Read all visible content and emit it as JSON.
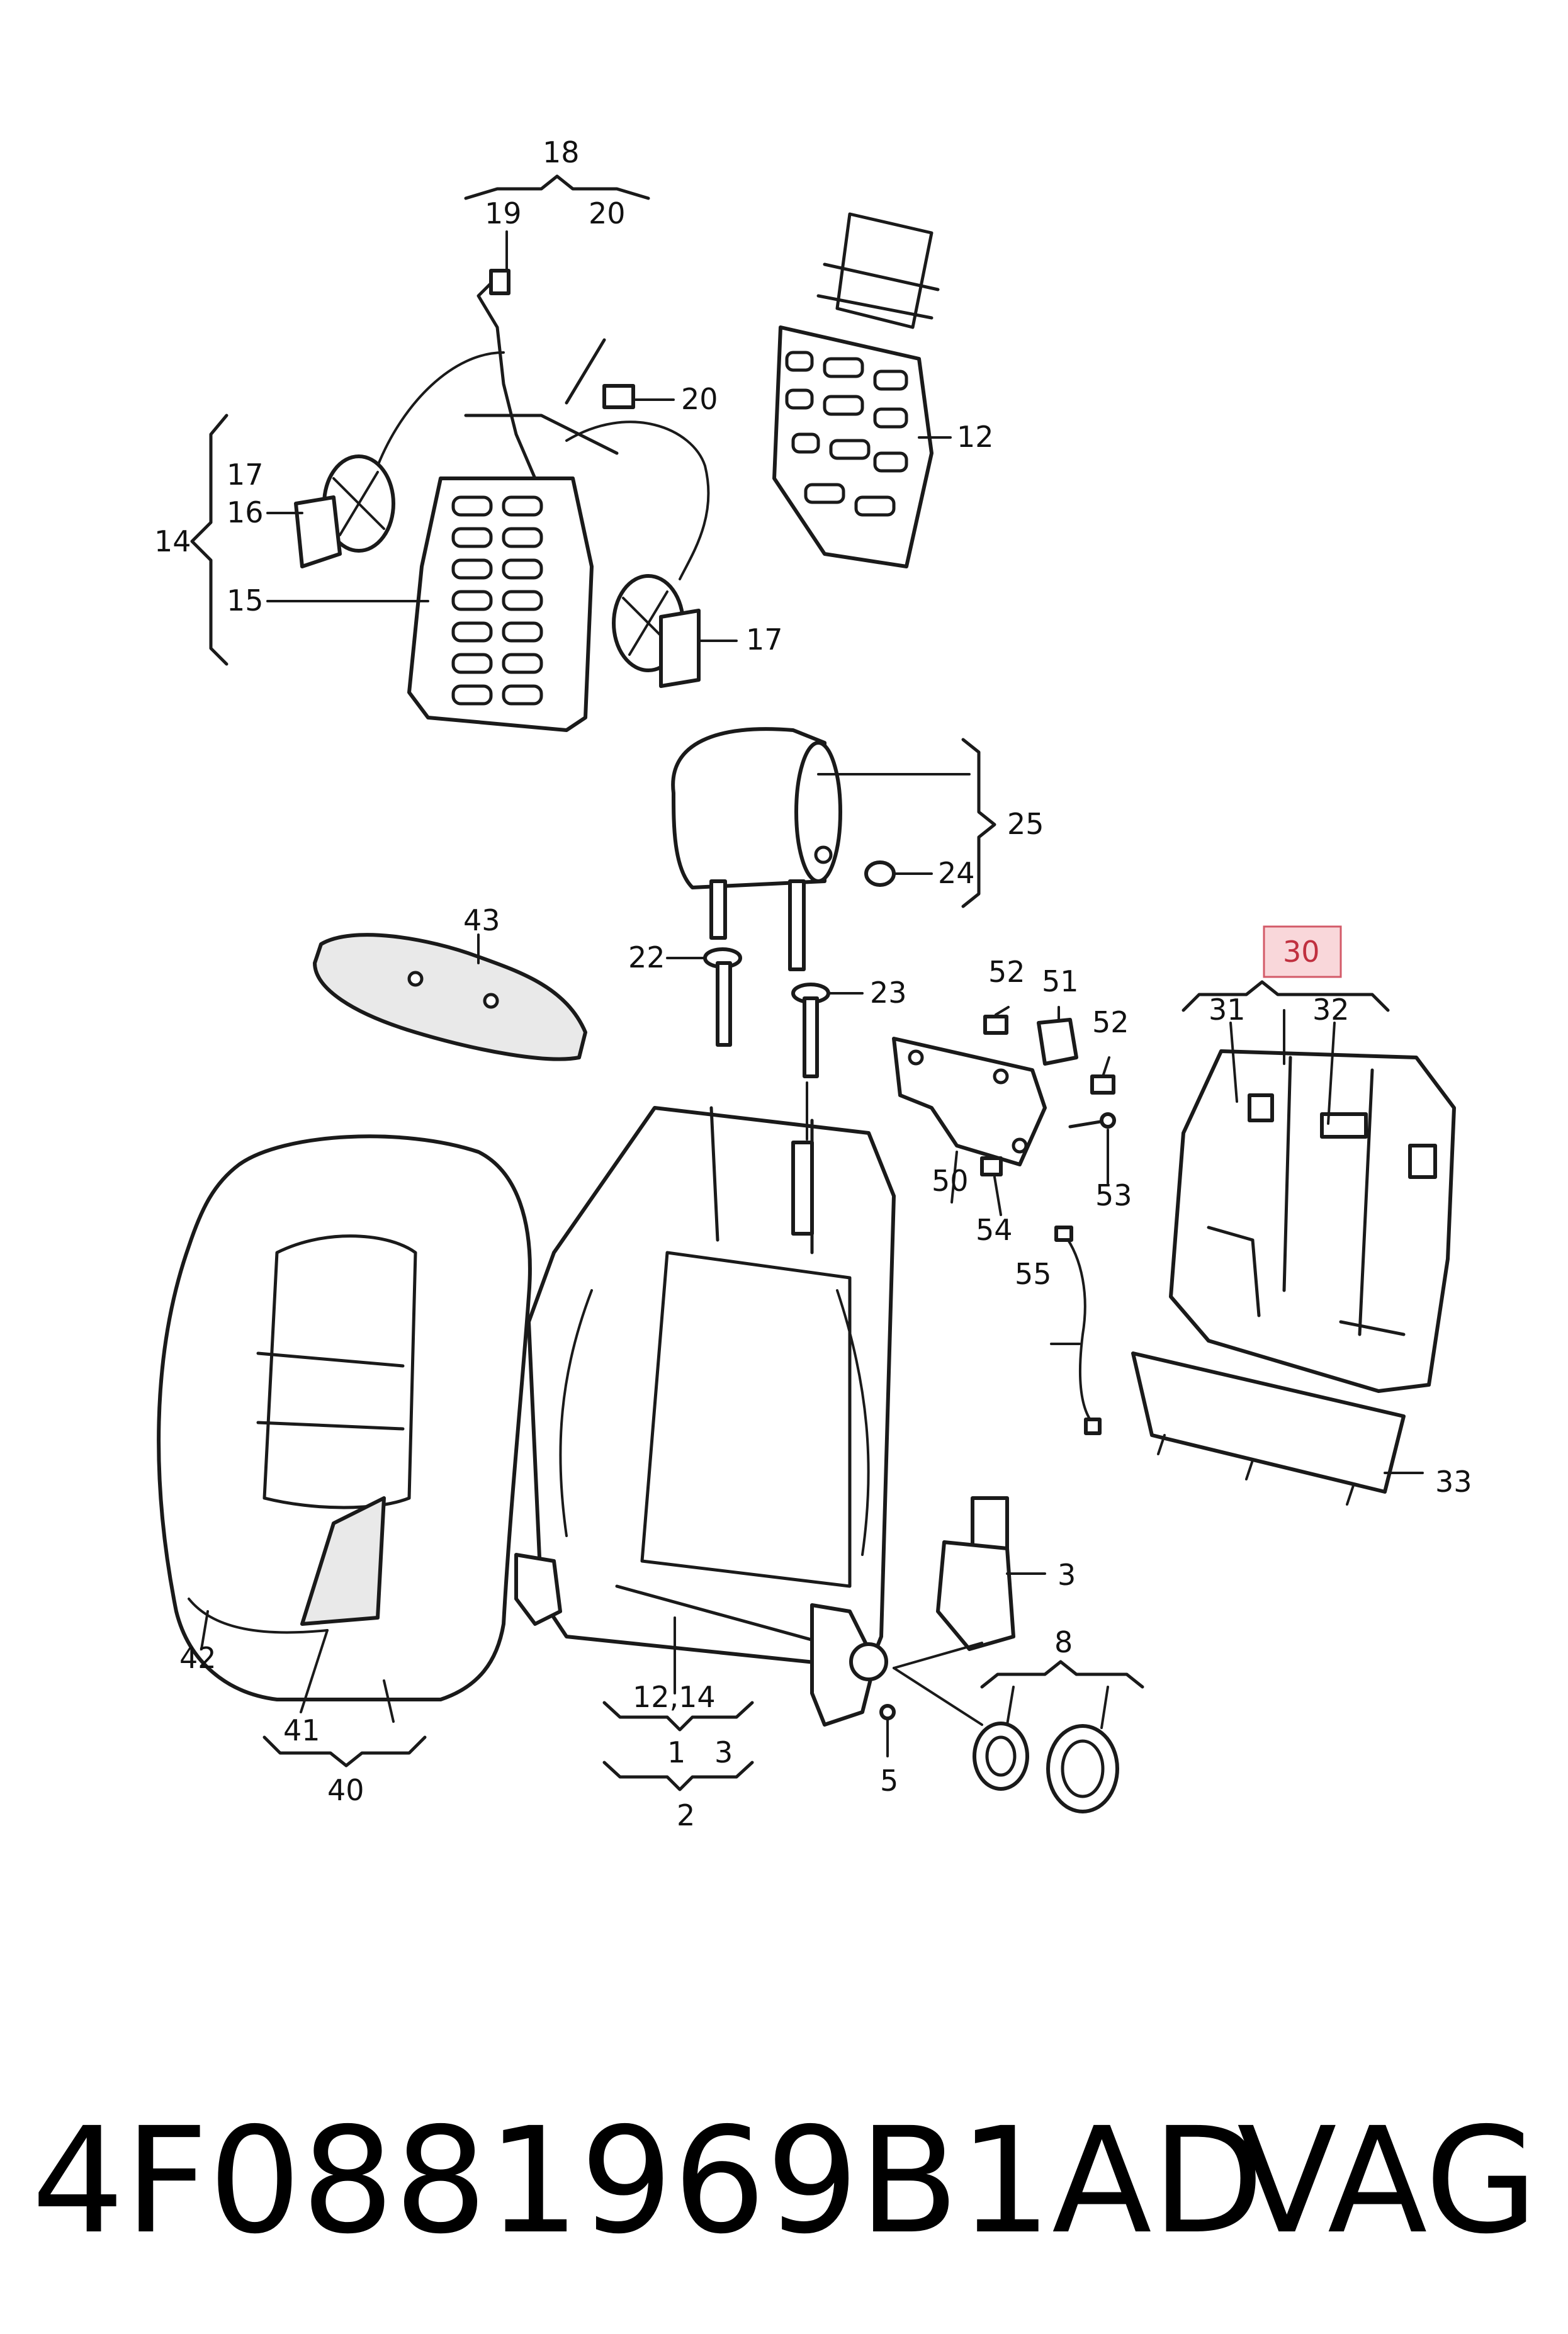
{
  "labels": {
    "l1": "1",
    "l2": "2",
    "l3": "3",
    "l3b": "3",
    "l5": "5",
    "l8": "8",
    "l12": "12",
    "l12_14": "12,14",
    "l14": "14",
    "l15": "15",
    "l16": "16",
    "l17a": "17",
    "l17b": "17",
    "l18": "18",
    "l19": "19",
    "l20a": "20",
    "l20b": "20",
    "l22": "22",
    "l23": "23",
    "l24": "24",
    "l25": "25",
    "l30": "30",
    "l31": "31",
    "l32": "32",
    "l33": "33",
    "l40": "40",
    "l41": "41",
    "l42": "42",
    "l43": "43",
    "l50": "50",
    "l51": "51",
    "l52a": "52",
    "l52b": "52",
    "l53": "53",
    "l54": "54",
    "l55": "55"
  },
  "highlighted_part": "30",
  "footer": {
    "part_number": "4F0881969B1AD",
    "brand": "VAG"
  }
}
